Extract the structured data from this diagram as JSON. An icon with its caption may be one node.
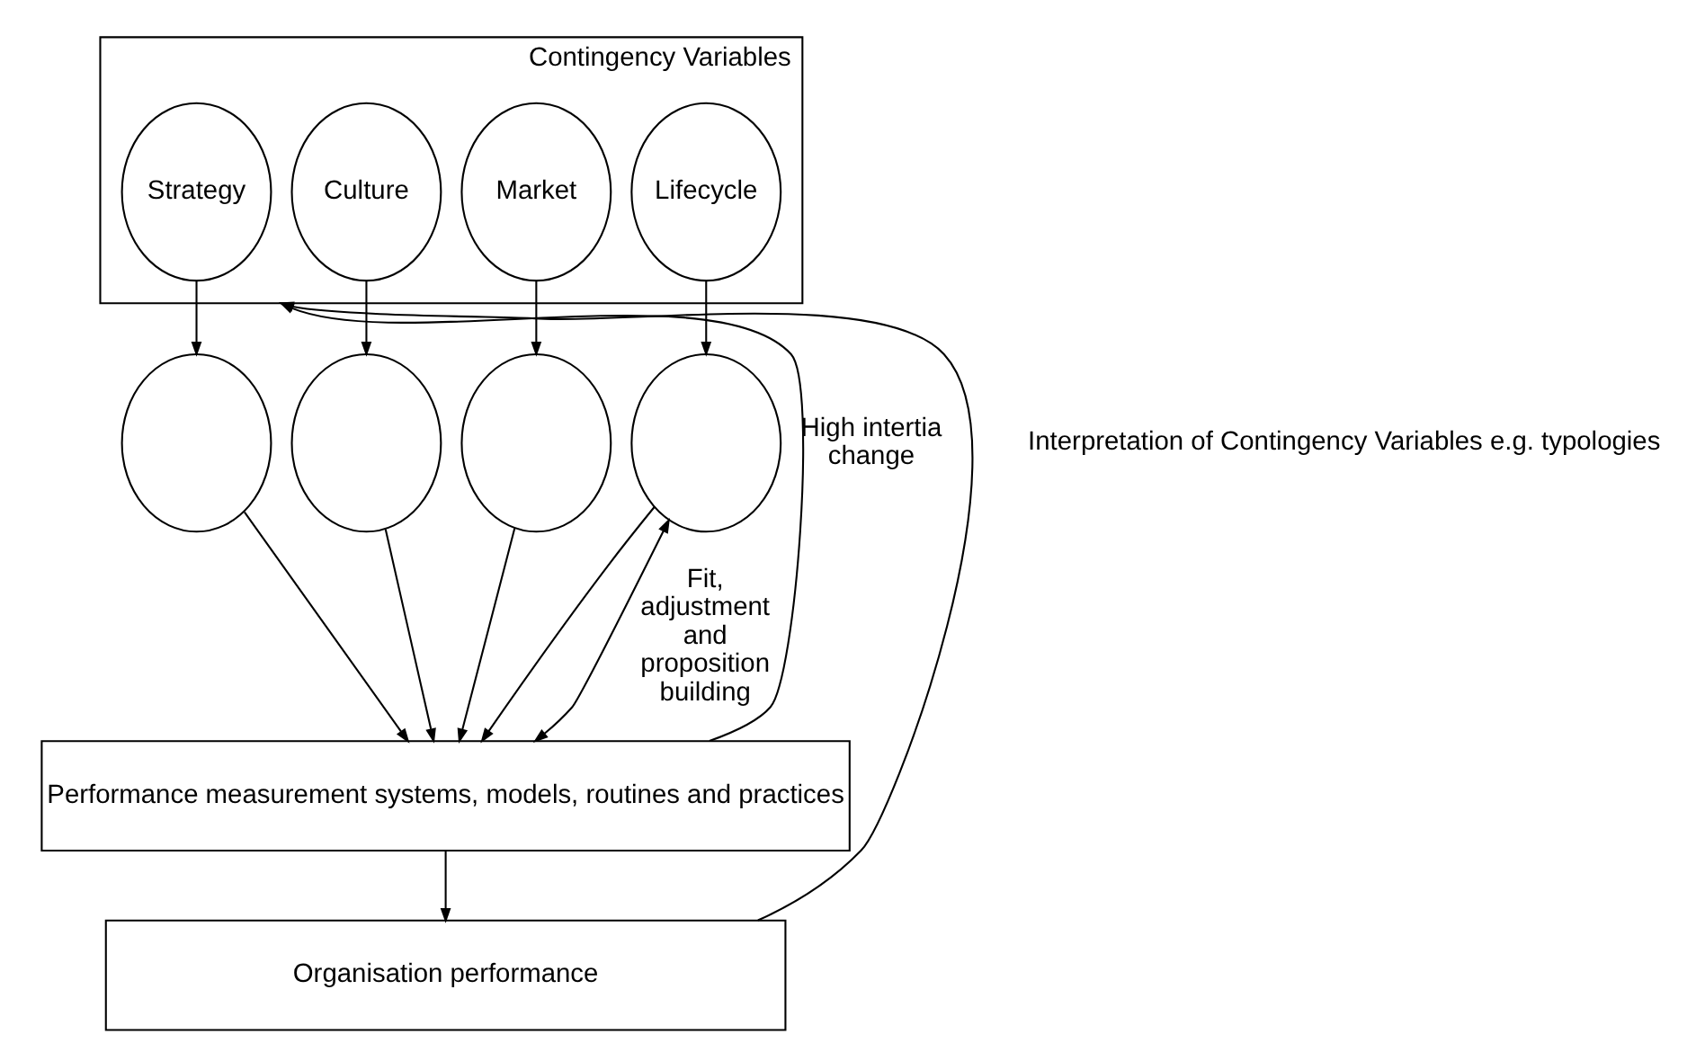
{
  "diagram": {
    "nodes": [
      {
        "text": [
          "Contingency Variables"
        ]
      },
      {
        "text": [
          "Strategy"
        ],
        "in": 0
      },
      {
        "text": [
          "Culture"
        ],
        "in": 0
      },
      {
        "text": [
          "Market"
        ],
        "in": 0
      },
      {
        "text": [
          "Lifecycle"
        ],
        "in": 0
      },
      {
        "text": [],
        "shape": "circle"
      },
      {
        "text": [],
        "shape": "circle"
      },
      {
        "text": [],
        "shape": "circle"
      },
      {
        "text": [],
        "shape": "circle"
      },
      {
        "text": [
          "Performance measurement systems, models, routines and practices"
        ]
      },
      {
        "text": [
          "Organisation performance"
        ]
      }
    ],
    "edges": [
      {
        "from": 1,
        "to": 5,
        "arrow": "to"
      },
      {
        "from": 2,
        "to": 6,
        "arrow": "to"
      },
      {
        "from": 3,
        "to": 7,
        "arrow": "to"
      },
      {
        "from": 4,
        "to": 8,
        "arrow": "to"
      },
      {
        "from": 5,
        "to": 9,
        "arrow": "to"
      },
      {
        "from": 6,
        "to": 9,
        "arrow": "to"
      },
      {
        "from": 7,
        "to": 9,
        "arrow": "to"
      },
      {
        "from": 8,
        "to": 9,
        "arrow": "to"
      },
      {
        "from": 9,
        "to": 10,
        "arrow": "to"
      },
      {
        "from": 9,
        "to": 0,
        "arrow": "to",
        "label": "High intertia change"
      },
      {
        "from": 10,
        "to": 0,
        "arrow": "to"
      },
      {
        "from": 9,
        "to": 8,
        "arrow": "both",
        "label": "Fit, adjustment and proposition building"
      }
    ],
    "labels": [
      "Interpretation of Contingency Variables e.g. typologies"
    ]
  }
}
